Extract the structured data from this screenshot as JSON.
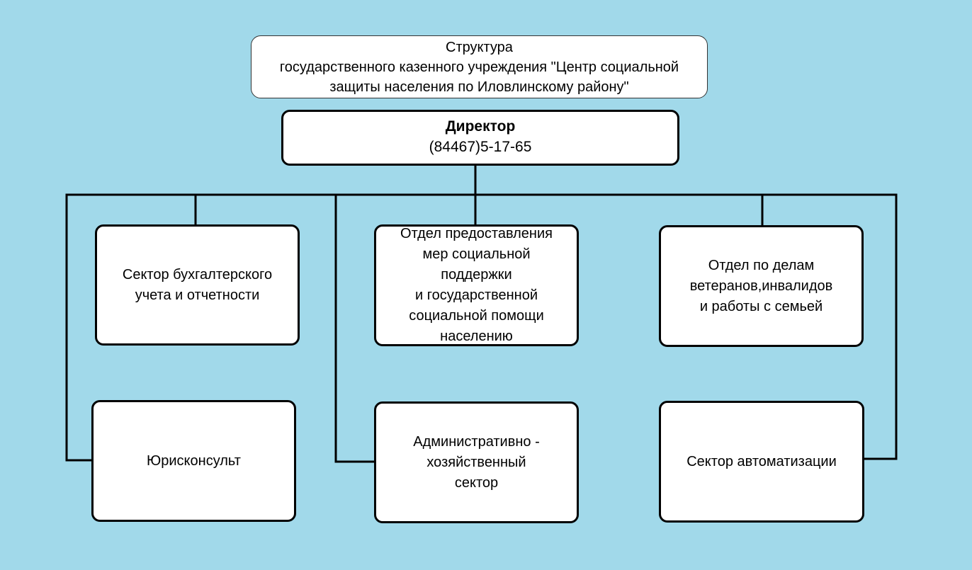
{
  "title": {
    "lines": [
      "Структура",
      "государственного казенного учреждения \"Центр социальной",
      "защиты населения по Иловлинскому району\""
    ]
  },
  "director": {
    "label": "Директор",
    "phone": "(84467)5-17-65"
  },
  "units": {
    "accounting": {
      "lines": [
        "Сектор бухгалтерского",
        "учета и отчетности"
      ]
    },
    "social_support": {
      "lines": [
        "Отдел предоставления",
        "мер социальной",
        "поддержки",
        "и государственной",
        "социальной помощи",
        "населению"
      ]
    },
    "veterans": {
      "lines": [
        "Отдел по делам",
        "ветеранов,инвалидов",
        "и работы с семьей"
      ]
    },
    "legal": {
      "lines": [
        "Юрисконсульт"
      ]
    },
    "admin": {
      "lines": [
        "Административно -",
        "хозяйственный",
        "сектор"
      ]
    },
    "automation": {
      "lines": [
        "Сектор автоматизации"
      ]
    }
  }
}
